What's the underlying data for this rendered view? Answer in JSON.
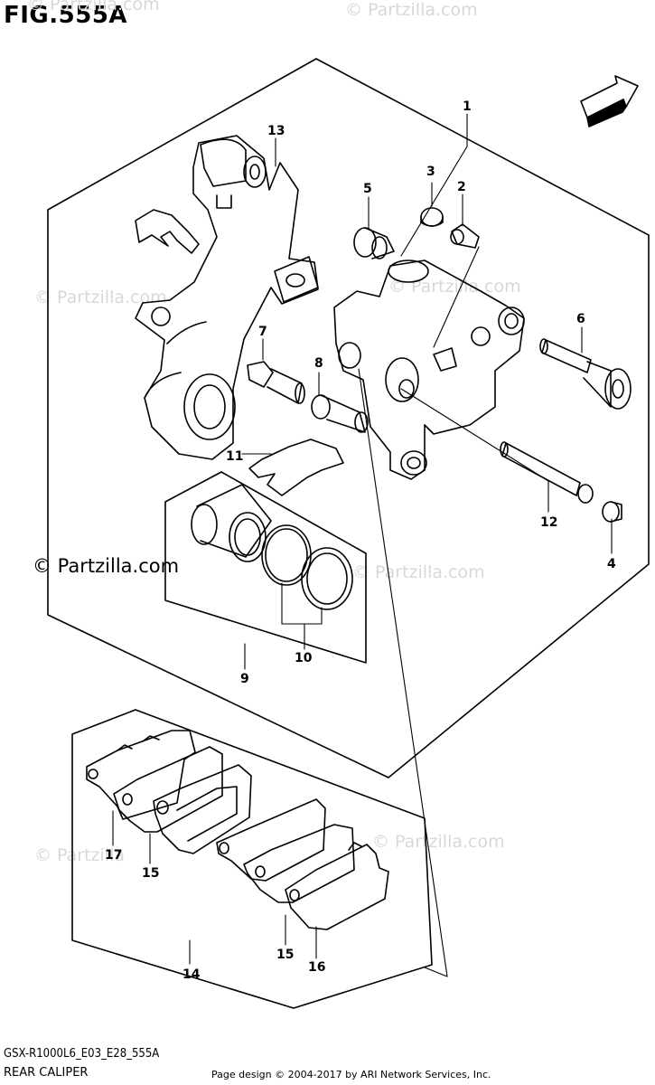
{
  "figure": {
    "title": "FIG.555A",
    "model_code": "GSX-R1000L6_E03_E28_555A",
    "caption": "REAR CALIPER",
    "credit": "Page design © 2004-2017 by ARI Network Services, Inc."
  },
  "direction_label": "FWD",
  "watermark": "© Partzilla.com",
  "watermark_short": "© Partzilla",
  "callouts": [
    "1",
    "2",
    "3",
    "4",
    "5",
    "6",
    "7",
    "8",
    "9",
    "10",
    "11",
    "12",
    "13",
    "14",
    "15",
    "15",
    "16",
    "17"
  ]
}
